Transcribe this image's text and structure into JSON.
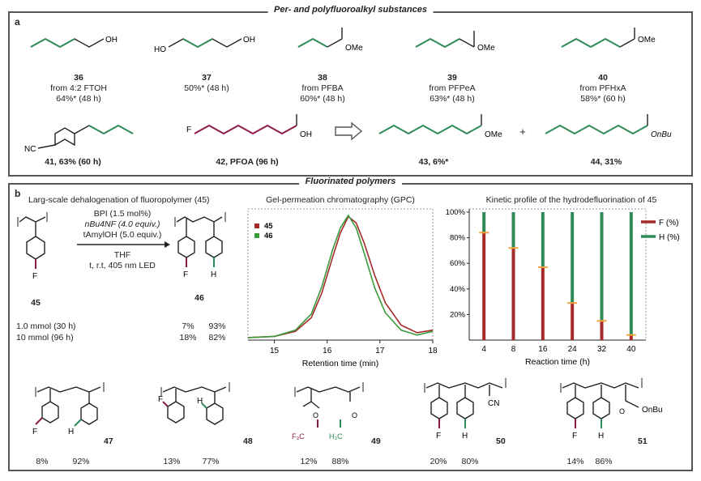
{
  "panel_a": {
    "title": "Per- and polyfluoroalkyl substances",
    "letter": "a",
    "compounds": [
      {
        "num": "36",
        "line1": "from 4:2 FTOH",
        "line2": "64%* (48 h)"
      },
      {
        "num": "37",
        "line1": "",
        "line2": "50%* (48 h)"
      },
      {
        "num": "38",
        "line1": "from PFBA",
        "line2": "60%* (48 h)"
      },
      {
        "num": "39",
        "line1": "from PFPeA",
        "line2": "63%* (48 h)"
      },
      {
        "num": "40",
        "line1": "from PFHxA",
        "line2": "58%* (60 h)"
      }
    ],
    "row2": [
      {
        "label": "41, 63% (60 h)"
      },
      {
        "label": "42, PFOA (96 h)"
      },
      {
        "label": "43, 6%*"
      },
      {
        "label": "44, 31%"
      }
    ],
    "plus": "+"
  },
  "panel_b": {
    "title": "Fluorinated polymers",
    "letter": "b",
    "scheme_title": "Larg-scale dehalogenation of fluoropolymer (45)",
    "conditions": [
      "BPI (1.5 mol%)",
      "nBu4NF (4.0 equiv.)",
      "tAmylOH (5.0 equiv.)",
      "THF",
      "t, r.t, 405 nm LED"
    ],
    "start_num": "45",
    "product_num": "46",
    "runs": [
      {
        "label": "1.0 mmol (30 h)",
        "f": "7%",
        "h": "93%"
      },
      {
        "label": "10 mmol (96 h)",
        "f": "18%",
        "h": "82%"
      }
    ],
    "gpc_title": "Gel-permeation chromatography (GPC)",
    "kinetic_title": "Kinetic profile of the hydrodefluorination of 45",
    "polymers": [
      {
        "num": "47",
        "f": "8%",
        "h": "92%"
      },
      {
        "num": "48",
        "f": "13%",
        "h": "77%"
      },
      {
        "num": "49",
        "f": "12%",
        "h": "88%"
      },
      {
        "num": "50",
        "f": "20%",
        "h": "80%"
      },
      {
        "num": "51",
        "f": "14%",
        "h": "86%"
      }
    ]
  },
  "colors": {
    "F": "#8b1a4a",
    "H": "#2e8b57",
    "bar_F": "#a52a2a",
    "bar_H": "#2e8b57",
    "marker": "#f4a340"
  },
  "chart_data": [
    {
      "type": "line",
      "title": "Gel-permeation chromatography (GPC)",
      "xlabel": "Retention time (min)",
      "ylabel": "",
      "xlim": [
        14.5,
        18
      ],
      "xticks": [
        15,
        16,
        17,
        18
      ],
      "series": [
        {
          "name": "45",
          "color": "#a52a2a",
          "x": [
            14.5,
            15.0,
            15.4,
            15.7,
            15.9,
            16.1,
            16.25,
            16.4,
            16.55,
            16.7,
            16.9,
            17.1,
            17.4,
            17.7,
            18.0
          ],
          "y": [
            0.02,
            0.03,
            0.07,
            0.18,
            0.38,
            0.66,
            0.86,
            0.99,
            0.94,
            0.78,
            0.52,
            0.3,
            0.12,
            0.06,
            0.08
          ]
        },
        {
          "name": "46",
          "color": "#3a9a3a",
          "x": [
            14.5,
            15.0,
            15.4,
            15.7,
            15.9,
            16.1,
            16.25,
            16.4,
            16.55,
            16.7,
            16.9,
            17.1,
            17.4,
            17.7,
            18.0
          ],
          "y": [
            0.02,
            0.03,
            0.08,
            0.21,
            0.43,
            0.72,
            0.9,
            1.0,
            0.9,
            0.7,
            0.42,
            0.22,
            0.08,
            0.04,
            0.07
          ]
        }
      ]
    },
    {
      "type": "bar",
      "title": "Kinetic profile of the hydrodefluorination of 45",
      "xlabel": "Reaction time (h)",
      "ylabel": "",
      "categories": [
        "4",
        "8",
        "16",
        "24",
        "32",
        "40"
      ],
      "ylim": [
        0,
        100
      ],
      "yticks": [
        "20%",
        "40%",
        "60%",
        "80%",
        "100%"
      ],
      "series": [
        {
          "name": "F (%)",
          "color": "#a52a2a",
          "values": [
            84,
            72,
            57,
            29,
            15,
            4
          ]
        },
        {
          "name": "H (%)",
          "color": "#2e8b57",
          "values": [
            16,
            28,
            43,
            71,
            85,
            96
          ]
        }
      ]
    }
  ]
}
